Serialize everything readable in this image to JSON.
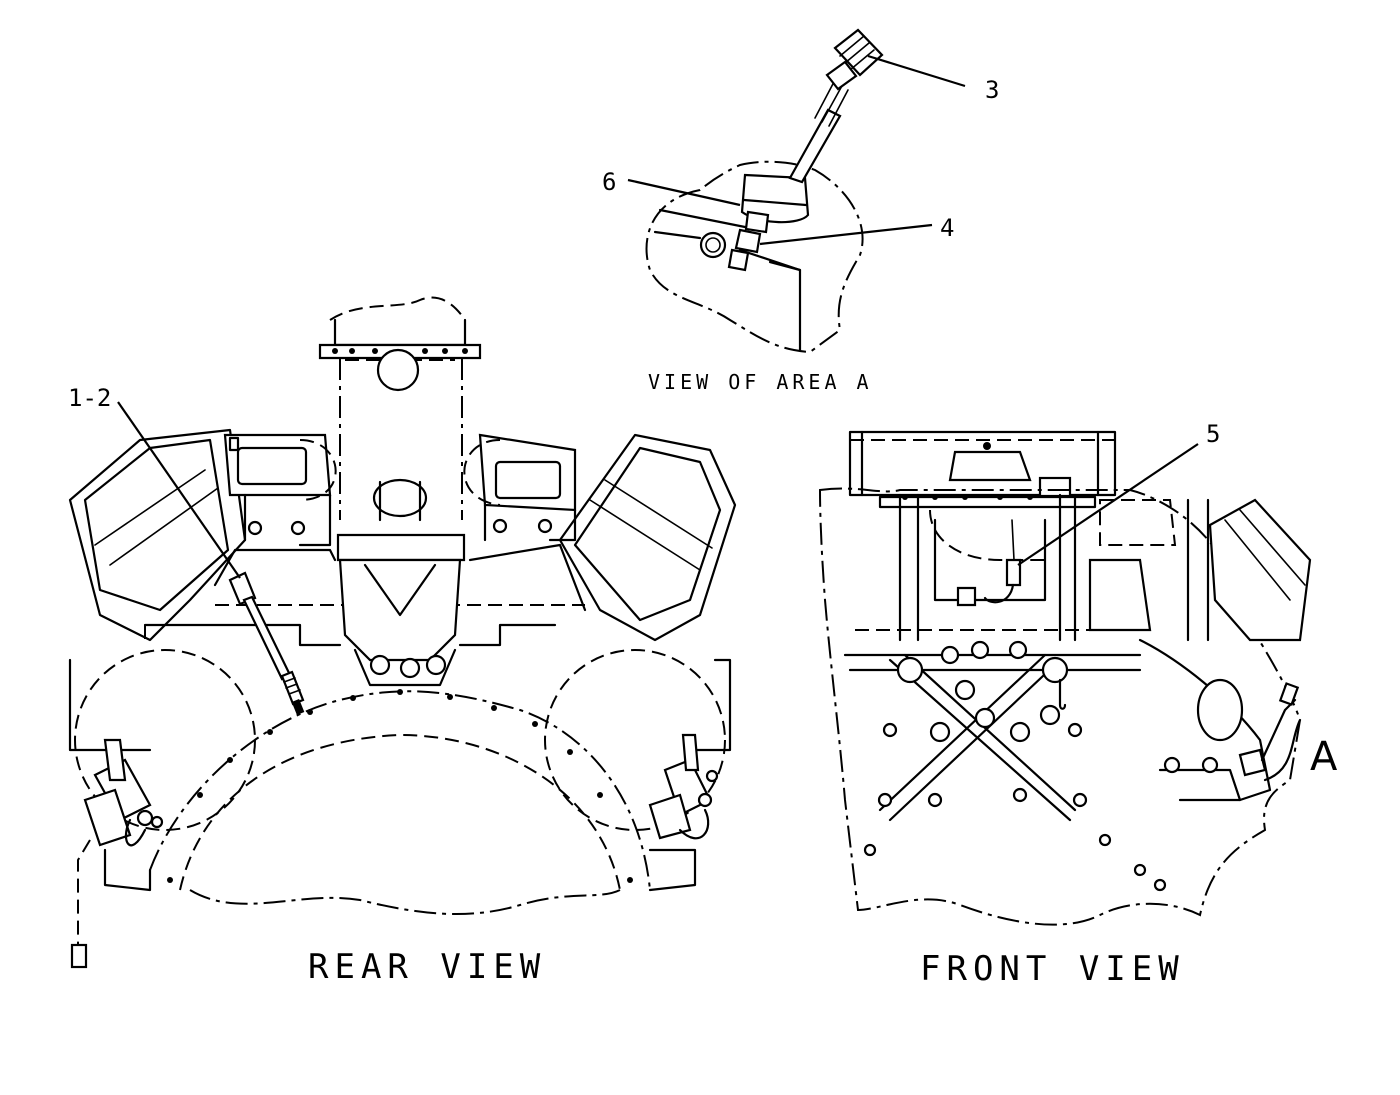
{
  "drawing": {
    "views": {
      "rear": {
        "caption": "REAR VIEW"
      },
      "front": {
        "caption": "FRONT VIEW"
      },
      "detail": {
        "caption": "VIEW OF AREA A"
      }
    },
    "area_marker": "A",
    "callouts": {
      "c12": "1-2",
      "c3": "3",
      "c4": "4",
      "c5": "5",
      "c6": "6"
    }
  }
}
